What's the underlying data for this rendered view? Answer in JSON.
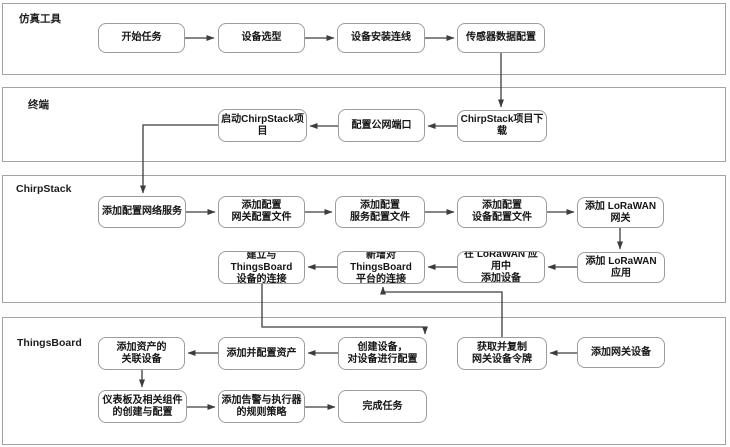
{
  "diagram": {
    "lanes": [
      {
        "label": "仿真工具"
      },
      {
        "label": "终端"
      },
      {
        "label": "ChirpStack"
      },
      {
        "label": "ThingsBoard"
      }
    ],
    "nodes": {
      "start_task": "开始任务",
      "device_selection": "设备选型",
      "device_wiring": "设备安装连线",
      "sensor_data_config": "传感器数据配置",
      "launch_chirpstack": "启动ChirpStack项目",
      "config_public_port": "配置公网端口",
      "chirpstack_download": "ChirpStack项目下载",
      "add_network_service": "添加配置网络服务",
      "add_gateway_config": "添加配置\n网关配置文件",
      "add_service_config": "添加配置\n服务配置文件",
      "add_device_config": "添加配置\n设备配置文件",
      "add_lorawan_gateway": "添加 LoRaWAN 网关",
      "add_lorawan_app": "添加 LoRaWAN 应用",
      "add_device_in_app": "在 LoRaWAN 应用中\n添加设备",
      "new_tb_connection": "新增对ThingsBoard\n平台的连接",
      "establish_tb_device_connection": "建立与ThingsBoard\n设备的连接",
      "add_asset_devices": "添加资产的\n关联设备",
      "add_configure_asset": "添加并配置资产",
      "create_device": "创建设备，\n对设备进行配置",
      "get_gateway_token": "获取并复制\n网关设备令牌",
      "add_gateway_device": "添加网关设备",
      "dashboard_setup": "仪表板及相关组件\n的创建与配置",
      "alarm_rules": "添加告警与执行器\n的规则策略",
      "complete_task": "完成任务"
    },
    "colors": {
      "lane_border": "#a3a3a3",
      "node_border": "#9c9c9c",
      "node_fill": "#ffffff",
      "wire": "#3d3d3d",
      "text": "#161616"
    }
  }
}
